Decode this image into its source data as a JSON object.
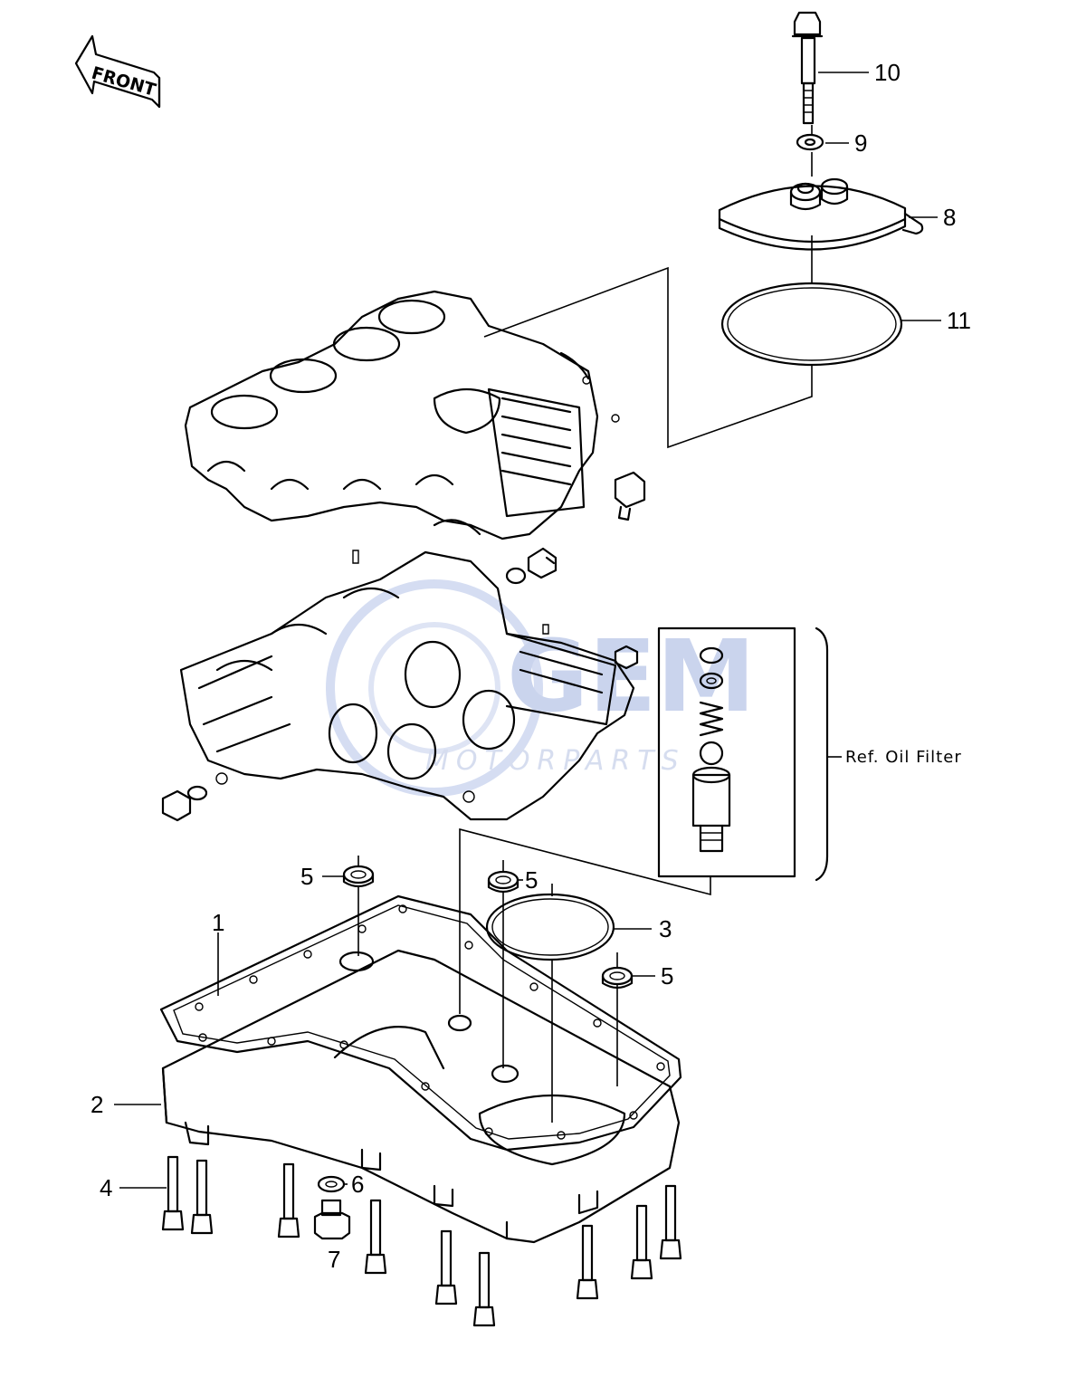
{
  "front_label": "FRONT",
  "watermark": {
    "name": "GEM",
    "sub": "MOTORPARTS"
  },
  "callouts": [
    {
      "id": "c10",
      "label": "10"
    },
    {
      "id": "c9",
      "label": "9"
    },
    {
      "id": "c8",
      "label": "8"
    },
    {
      "id": "c11",
      "label": "11"
    },
    {
      "id": "c5a",
      "label": "5"
    },
    {
      "id": "c5b",
      "label": "5"
    },
    {
      "id": "c5c",
      "label": "5"
    },
    {
      "id": "c1",
      "label": "1"
    },
    {
      "id": "c3",
      "label": "3"
    },
    {
      "id": "c2",
      "label": "2"
    },
    {
      "id": "c4",
      "label": "4"
    },
    {
      "id": "c6",
      "label": "6"
    },
    {
      "id": "c7",
      "label": "7"
    }
  ],
  "reference_note": "Ref. Oil Filter",
  "colors": {
    "ink": "#000000",
    "background": "#ffffff",
    "watermark": "#b9c6e8"
  }
}
